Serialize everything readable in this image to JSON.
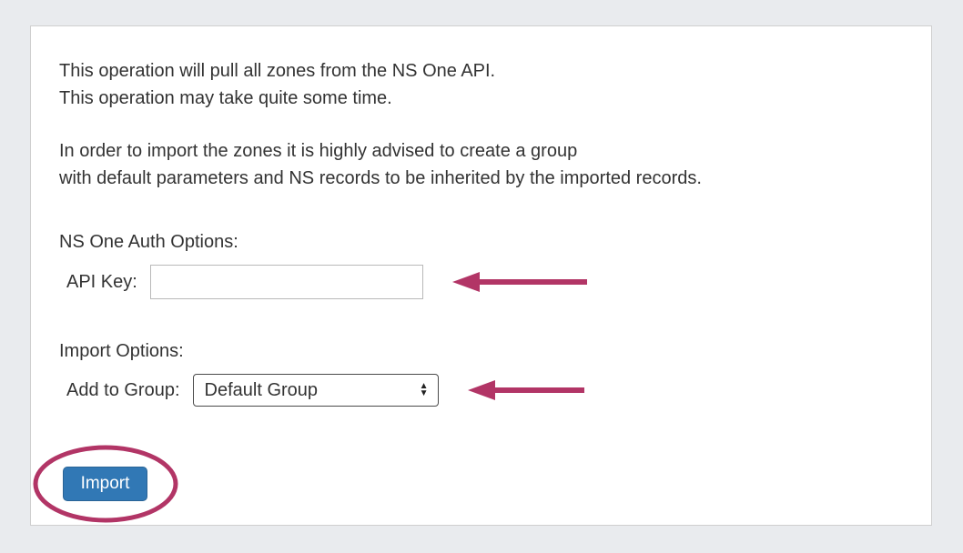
{
  "panel": {
    "intro_line1": "This operation will pull all zones from the NS One API.",
    "intro_line2": "This operation may take quite some time.",
    "advice_line1": "In order to import the zones it is highly advised to create a group",
    "advice_line2": "with default parameters and NS records to be inherited by the imported records.",
    "auth_section": {
      "title": "NS One Auth Options:",
      "api_key_label": "API Key:",
      "api_key_value": ""
    },
    "import_section": {
      "title": "Import Options:",
      "group_label": "Add to Group:",
      "group_selected_option": "Default Group"
    },
    "import_button_label": "Import"
  },
  "icons": {
    "select_up_arrow": "▲",
    "select_down_arrow": "▼"
  },
  "colors": {
    "annotation": "#b23566",
    "button_background": "#3178b5",
    "button_border": "#2a6496",
    "panel_background": "#ffffff",
    "page_background": "#e9ebee",
    "text": "#333333"
  }
}
